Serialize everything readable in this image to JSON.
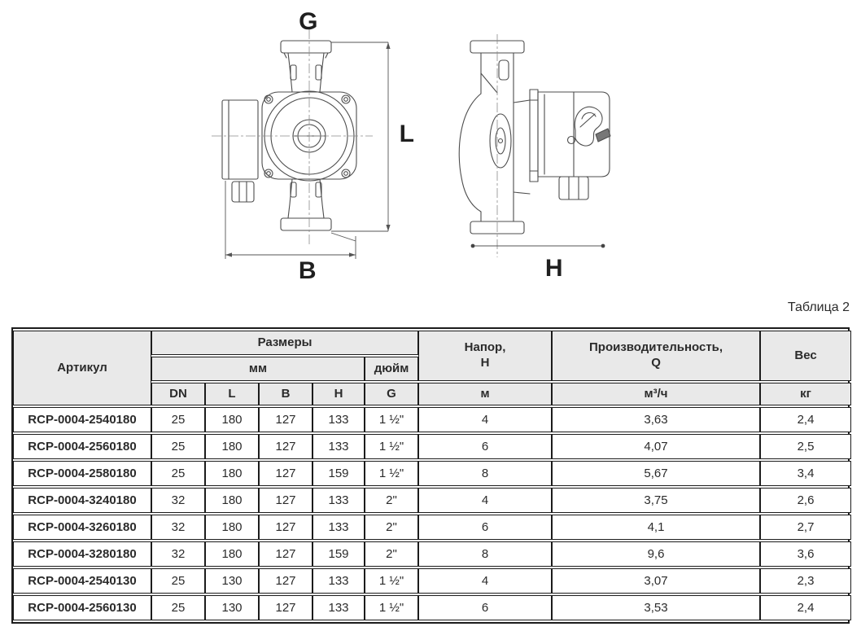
{
  "drawing": {
    "labels": {
      "g": "G",
      "l": "L",
      "b": "B",
      "h": "H"
    }
  },
  "table": {
    "caption": "Таблица 2",
    "header": {
      "article": "Артикул",
      "sizes": "Размеры",
      "mm": "мм",
      "inch": "дюйм",
      "col_dn": "DN",
      "col_l": "L",
      "col_b": "B",
      "col_h": "H",
      "col_g": "G",
      "head": "Напор,\nН",
      "head_unit": "м",
      "capacity": "Производительность,\nQ",
      "capacity_unit": "м³/ч",
      "weight": "Вес",
      "weight_unit": "кг"
    },
    "rows": [
      {
        "article": "RCP-0004-2540180",
        "dn": "25",
        "l": "180",
        "b": "127",
        "h": "133",
        "g": "1 ½\"",
        "head": "4",
        "q": "3,63",
        "weight": "2,4"
      },
      {
        "article": "RCP-0004-2560180",
        "dn": "25",
        "l": "180",
        "b": "127",
        "h": "133",
        "g": "1 ½\"",
        "head": "6",
        "q": "4,07",
        "weight": "2,5"
      },
      {
        "article": "RCP-0004-2580180",
        "dn": "25",
        "l": "180",
        "b": "127",
        "h": "159",
        "g": "1 ½\"",
        "head": "8",
        "q": "5,67",
        "weight": "3,4"
      },
      {
        "article": "RCP-0004-3240180",
        "dn": "32",
        "l": "180",
        "b": "127",
        "h": "133",
        "g": "2\"",
        "head": "4",
        "q": "3,75",
        "weight": "2,6"
      },
      {
        "article": "RCP-0004-3260180",
        "dn": "32",
        "l": "180",
        "b": "127",
        "h": "133",
        "g": "2\"",
        "head": "6",
        "q": "4,1",
        "weight": "2,7"
      },
      {
        "article": "RCP-0004-3280180",
        "dn": "32",
        "l": "180",
        "b": "127",
        "h": "159",
        "g": "2\"",
        "head": "8",
        "q": "9,6",
        "weight": "3,6"
      },
      {
        "article": "RCP-0004-2540130",
        "dn": "25",
        "l": "130",
        "b": "127",
        "h": "133",
        "g": "1 ½\"",
        "head": "4",
        "q": "3,07",
        "weight": "2,3"
      },
      {
        "article": "RCP-0004-2560130",
        "dn": "25",
        "l": "130",
        "b": "127",
        "h": "133",
        "g": "1 ½\"",
        "head": "6",
        "q": "3,53",
        "weight": "2,4"
      }
    ]
  }
}
